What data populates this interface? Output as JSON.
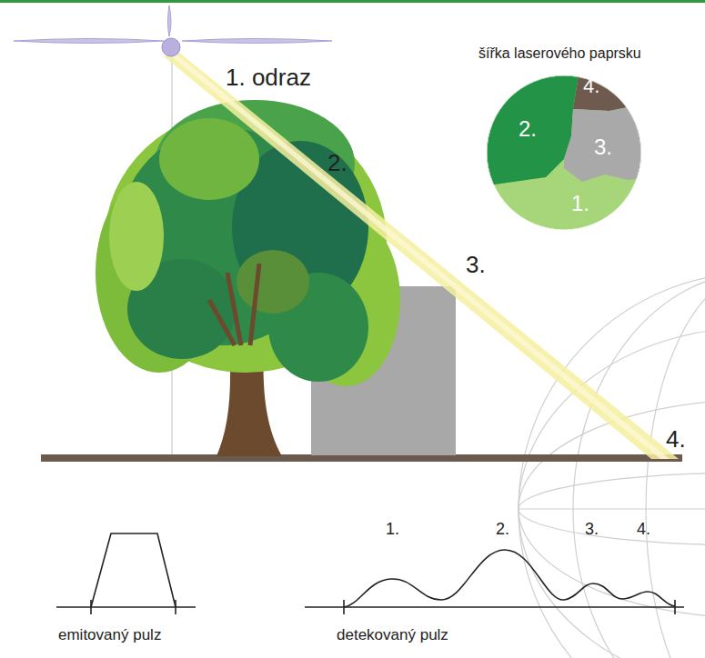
{
  "diagram": {
    "labels": [
      "1. odraz",
      "2.",
      "3.",
      "4.",
      "šířka laserového paprsku",
      "2.",
      "4.",
      "3.",
      "1.",
      "1.",
      "2.",
      "3.",
      "4.",
      "emitovaný pulz",
      "detekovaný pulz"
    ]
  }
}
